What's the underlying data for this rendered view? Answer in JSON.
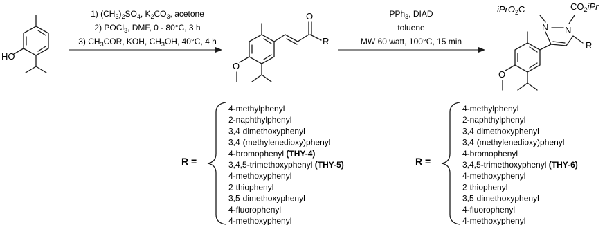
{
  "step1": {
    "conditions": [
      [
        "1) (CH",
        "3",
        ")",
        "2",
        "SO",
        "4",
        ", K",
        "2",
        "CO",
        "3",
        ", acetone"
      ],
      [
        "2) POCl",
        "3",
        ", DMF, 0 - 80°C, 3 h"
      ],
      [
        "3) CH",
        "3",
        "COR, KOH, CH",
        "3",
        "OH, 40°C, 4 h"
      ]
    ]
  },
  "step2": {
    "conditions": [
      [
        "PPh",
        "3",
        ", DIAD"
      ],
      [
        "toluene"
      ],
      [
        "MW 60 watt, 100°C, 15 min"
      ]
    ]
  },
  "labels": {
    "phenol_oh": "HO",
    "ome_o_mid": "O",
    "ketone_o": "O",
    "ketone_r": "R",
    "prod_o": "O",
    "prod_r": "R",
    "n1": "N",
    "n2": "N",
    "ipr_o2c_left": "iPrO",
    "ipr_o2c_left_sub": "2",
    "ipr_o2c_left_c": "C",
    "co2ipr_right": "CO",
    "co2ipr_right_sub": "2",
    "co2ipr_right_ipr": "iPr"
  },
  "r_group_lists": [
    {
      "prefix": "R =",
      "items": [
        {
          "text": "4-methylphenyl",
          "tag": ""
        },
        {
          "text": "2-naphthylphenyl",
          "tag": ""
        },
        {
          "text": "3,4-dimethoxyphenyl",
          "tag": ""
        },
        {
          "text": "3,4-(methylenedioxy)phenyl",
          "tag": ""
        },
        {
          "text": "4-bromophenyl",
          "tag": "(THY-4)"
        },
        {
          "text": "3,4,5-trimethoxyphenyl",
          "tag": "(THY-5)"
        },
        {
          "text": "4-methoxyphenyl",
          "tag": ""
        },
        {
          "text": "2-thiophenyl",
          "tag": ""
        },
        {
          "text": "3,5-dimethoxyphenyl",
          "tag": ""
        },
        {
          "text": "4-fluorophenyl",
          "tag": ""
        },
        {
          "text": "4-methoxyphenyl",
          "tag": ""
        }
      ]
    },
    {
      "prefix": "R =",
      "items": [
        {
          "text": "4-methylphenyl",
          "tag": ""
        },
        {
          "text": "2-naphthylphenyl",
          "tag": ""
        },
        {
          "text": "3,4-dimethoxyphenyl",
          "tag": ""
        },
        {
          "text": "3,4-(methylenedioxy)phenyl",
          "tag": ""
        },
        {
          "text": "4-bromophenyl",
          "tag": ""
        },
        {
          "text": "3,4,5-trimethoxyphenyl",
          "tag": "(THY-6)"
        },
        {
          "text": "4-methoxyphenyl",
          "tag": ""
        },
        {
          "text": "2-thiophenyl",
          "tag": ""
        },
        {
          "text": "3,5-dimethoxyphenyl",
          "tag": ""
        },
        {
          "text": "4-fluorophenyl",
          "tag": ""
        },
        {
          "text": "4-methoxyphenyl",
          "tag": ""
        }
      ]
    }
  ]
}
